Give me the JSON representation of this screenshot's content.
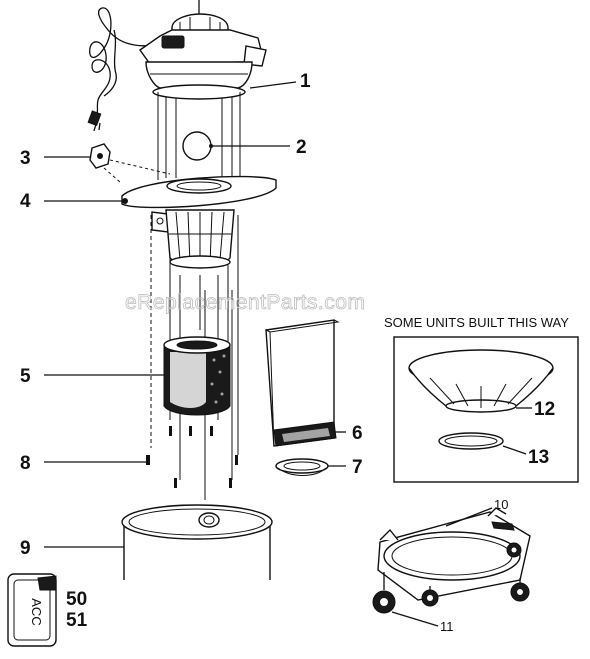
{
  "watermark": "eReplacementParts.com",
  "inset_note": "SOME UNITS BUILT THIS WAY",
  "label_text": "ACC",
  "callouts": [
    "1",
    "2",
    "3",
    "4",
    "5",
    "6",
    "7",
    "8",
    "9",
    "10",
    "11",
    "12",
    "13",
    "50",
    "51"
  ],
  "colors": {
    "ink": "#111111",
    "watermark": "#bdbdbd",
    "paper": "#ffffff"
  }
}
